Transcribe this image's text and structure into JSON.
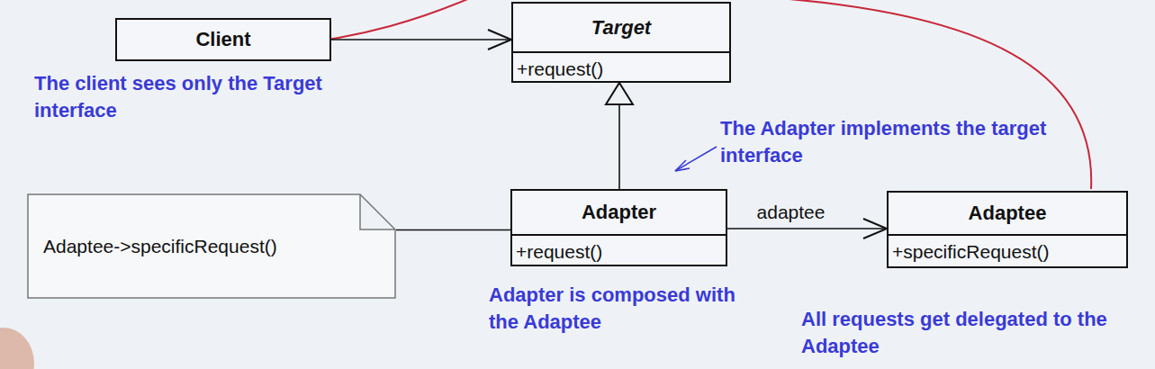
{
  "diagram": {
    "nodes": [
      {
        "text": [
          "Client"
        ]
      },
      {
        "text": [
          "Target",
          "+request()"
        ]
      },
      {
        "text": [
          "Adaptee->specificRequest()"
        ]
      },
      {
        "text": [
          "Adapter",
          "+request()"
        ]
      },
      {
        "text": [
          "Adaptee",
          "+specificRequest()"
        ]
      }
    ],
    "edges": [
      {
        "from": 0,
        "to": 1,
        "arrow": "to"
      },
      {
        "from": 3,
        "to": 1,
        "arrow": "to"
      },
      {
        "from": 3,
        "to": 4,
        "label": "adaptee",
        "arrow": "to"
      },
      {
        "from": 2,
        "to": 3,
        "arrow": "none"
      }
    ],
    "labels": [
      "The client sees only the Target interface",
      "The Adapter implements the target interface",
      "Adapter is composed with the Adaptee",
      "All requests get delegated to the Adaptee"
    ]
  }
}
